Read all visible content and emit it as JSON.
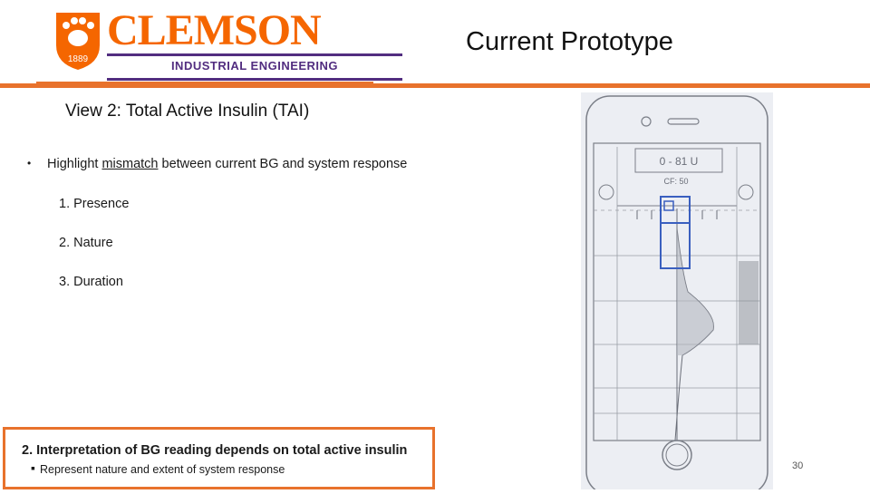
{
  "logo": {
    "wordmark": "CLEMSON",
    "department": "INDUSTRIAL ENGINEERING",
    "year": "1889",
    "brand_orange": "#f56600",
    "brand_purple": "#522d80"
  },
  "slide": {
    "title": "Current Prototype",
    "view_title": "View 2: Total Active Insulin (TAI)",
    "page_number": "30",
    "accent_color": "#e8722c"
  },
  "bullet": {
    "prefix": "Highlight ",
    "underlined": "mismatch",
    "suffix": " between current BG and system response"
  },
  "numbered_items": [
    "1. Presence",
    "2. Nature",
    "3. Duration"
  ],
  "callout": {
    "title": "2.  Interpretation of BG reading depends on total active insulin",
    "sub": "Represent nature and extent of system response"
  },
  "sketch": {
    "header_text": "0 - 81 U",
    "sub_text": "CF: 50"
  }
}
